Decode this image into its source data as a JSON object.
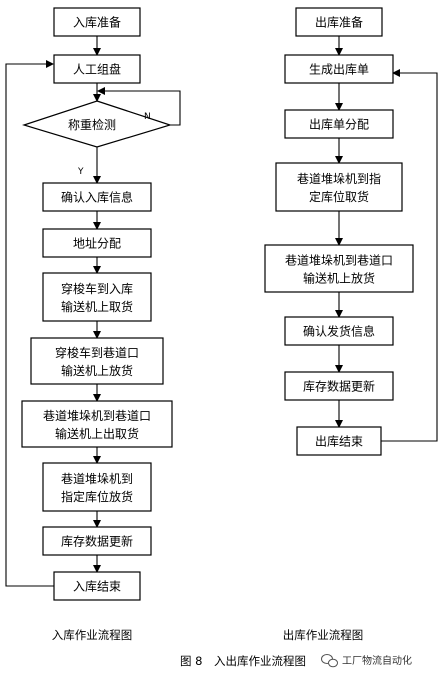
{
  "inbound": {
    "prepare": "入库准备",
    "manual_pallet": "人工组盘",
    "weigh_check": "称重检测",
    "branch_no": "N",
    "branch_yes": "Y",
    "confirm_info": "确认入库信息",
    "address_assign": "地址分配",
    "shuttle_pickup": [
      "穿梭车到入库",
      "输送机上取货"
    ],
    "shuttle_drop": [
      "穿梭车到巷道口",
      "输送机上放货"
    ],
    "stacker_pickup": [
      "巷道堆垛机到巷道口",
      "输送机上出取货"
    ],
    "stacker_store": [
      "巷道堆垛机到",
      "指定库位放货"
    ],
    "inventory_update": "库存数据更新",
    "end": "入库结束",
    "caption": "入库作业流程图"
  },
  "outbound": {
    "prepare": "出库准备",
    "generate_order": "生成出库单",
    "allocate_order": "出库单分配",
    "stacker_retrieve": [
      "巷道堆垛机到指",
      "定库位取货"
    ],
    "stacker_deliver": [
      "巷道堆垛机到巷道口",
      "输送机上放货"
    ],
    "confirm_shipment": "确认发货信息",
    "inventory_update": "库存数据更新",
    "end": "出库结束",
    "caption": "出库作业流程图"
  },
  "figure_caption": "图 8　入出库作业流程图",
  "watermark": "工厂物流自动化"
}
